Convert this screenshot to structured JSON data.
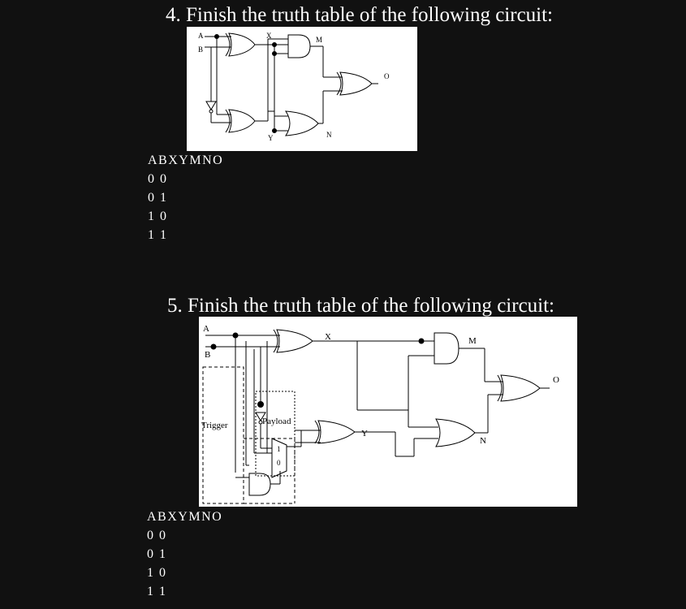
{
  "questions": [
    {
      "title": "4. Finish the truth table of the following circuit:",
      "labels": {
        "a": "A",
        "b": "B",
        "x": "X",
        "y": "Y",
        "m": "M",
        "n": "N",
        "o": "O"
      },
      "table_header": "ABXYMNO",
      "rows": [
        "0 0",
        "0 1",
        "1 0",
        "1 1"
      ]
    },
    {
      "title": "5. Finish the truth table of the following circuit:",
      "labels": {
        "a": "A",
        "b": "B",
        "x": "X",
        "y": "Y",
        "m": "M",
        "n": "N",
        "o": "O",
        "trigger": "Trigger",
        "payload": "Payload",
        "mux_one": "1",
        "mux_zero": "0"
      },
      "table_header": "ABXYMNO",
      "rows": [
        "0 0",
        "0 1",
        "1 0",
        "1 1"
      ]
    }
  ]
}
